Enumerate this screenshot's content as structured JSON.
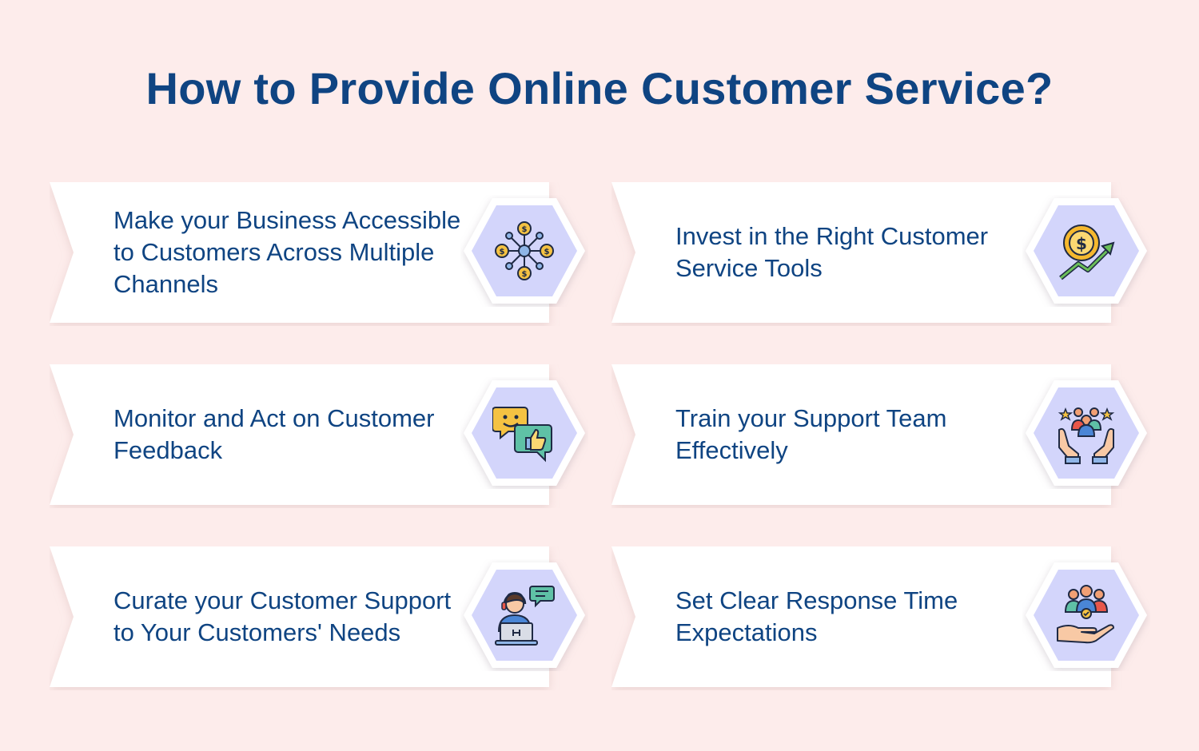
{
  "title": "How to Provide Online Customer Service?",
  "items": [
    {
      "label": "Make your Business Accessible to Customers Across Multiple Channels",
      "icon": "money-network-icon"
    },
    {
      "label": "Invest in the Right Customer Service Tools",
      "icon": "dollar-growth-icon"
    },
    {
      "label": "Monitor and Act on Customer Feedback",
      "icon": "feedback-chat-icon"
    },
    {
      "label": "Train your Support Team Effectively",
      "icon": "team-hands-icon"
    },
    {
      "label": "Curate your Customer Support to Your Customers' Needs",
      "icon": "support-agent-icon"
    },
    {
      "label": "Set Clear Response Time Expectations",
      "icon": "people-hand-icon"
    }
  ],
  "colors": {
    "background": "#fdeceb",
    "card": "#ffffff",
    "text": "#0f4482",
    "hex_fill": "#d3d5fb",
    "hex_border": "#ffffff"
  }
}
